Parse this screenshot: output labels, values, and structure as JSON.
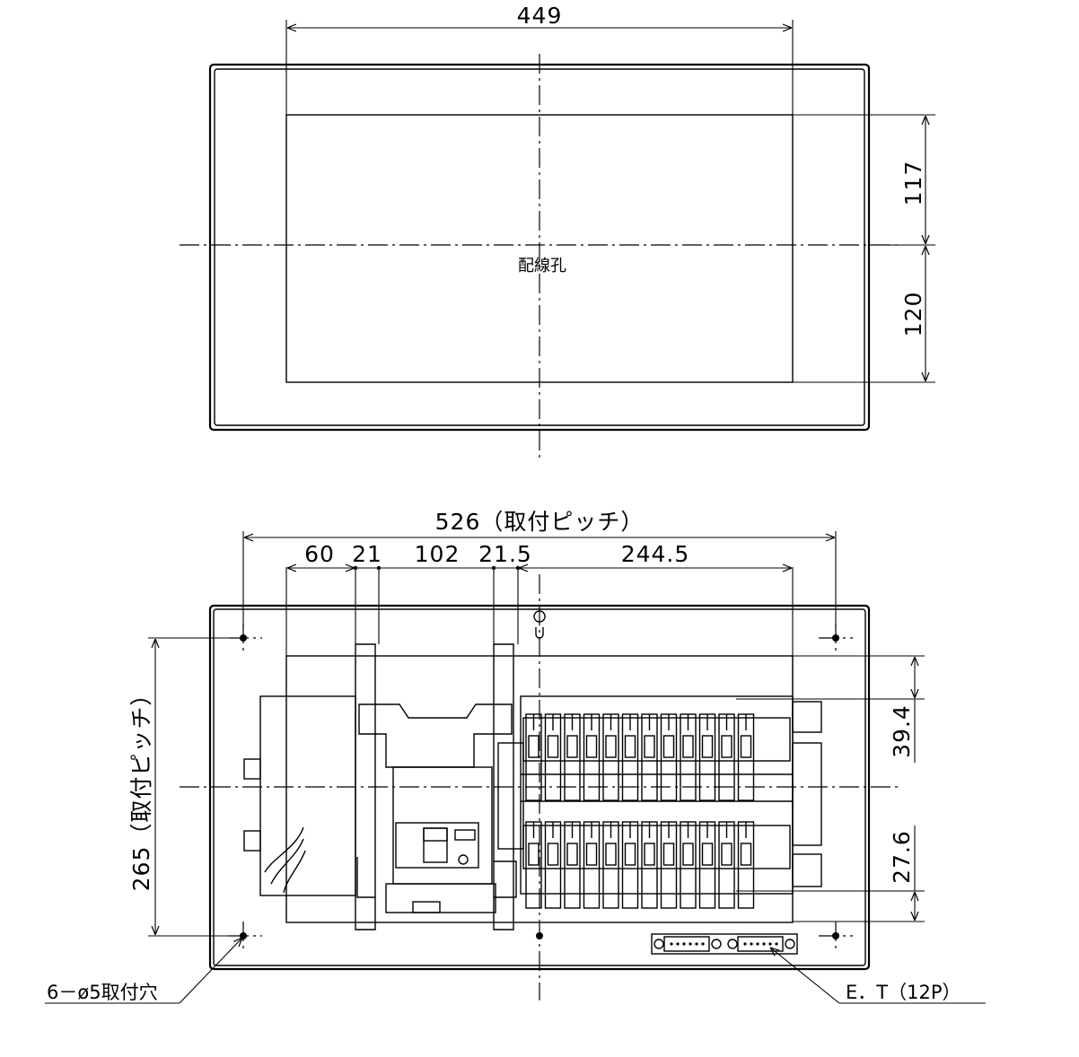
{
  "top_view": {
    "width_label": "449",
    "dim_upper_label": "117",
    "dim_lower_label": "120",
    "hole_label": "配線孔"
  },
  "front_view": {
    "pitch_width_label": "526（取付ピッチ）",
    "seg_labels": [
      "60",
      "21",
      "102",
      "21.5",
      "244.5"
    ],
    "pitch_height_label": "265（取付ピッチ）",
    "dim_right_top_label": "39.4",
    "dim_right_bottom_label": "27.6",
    "mount_hole_label": "6－ø5取付穴",
    "terminal_label": "E．T（12P）"
  }
}
